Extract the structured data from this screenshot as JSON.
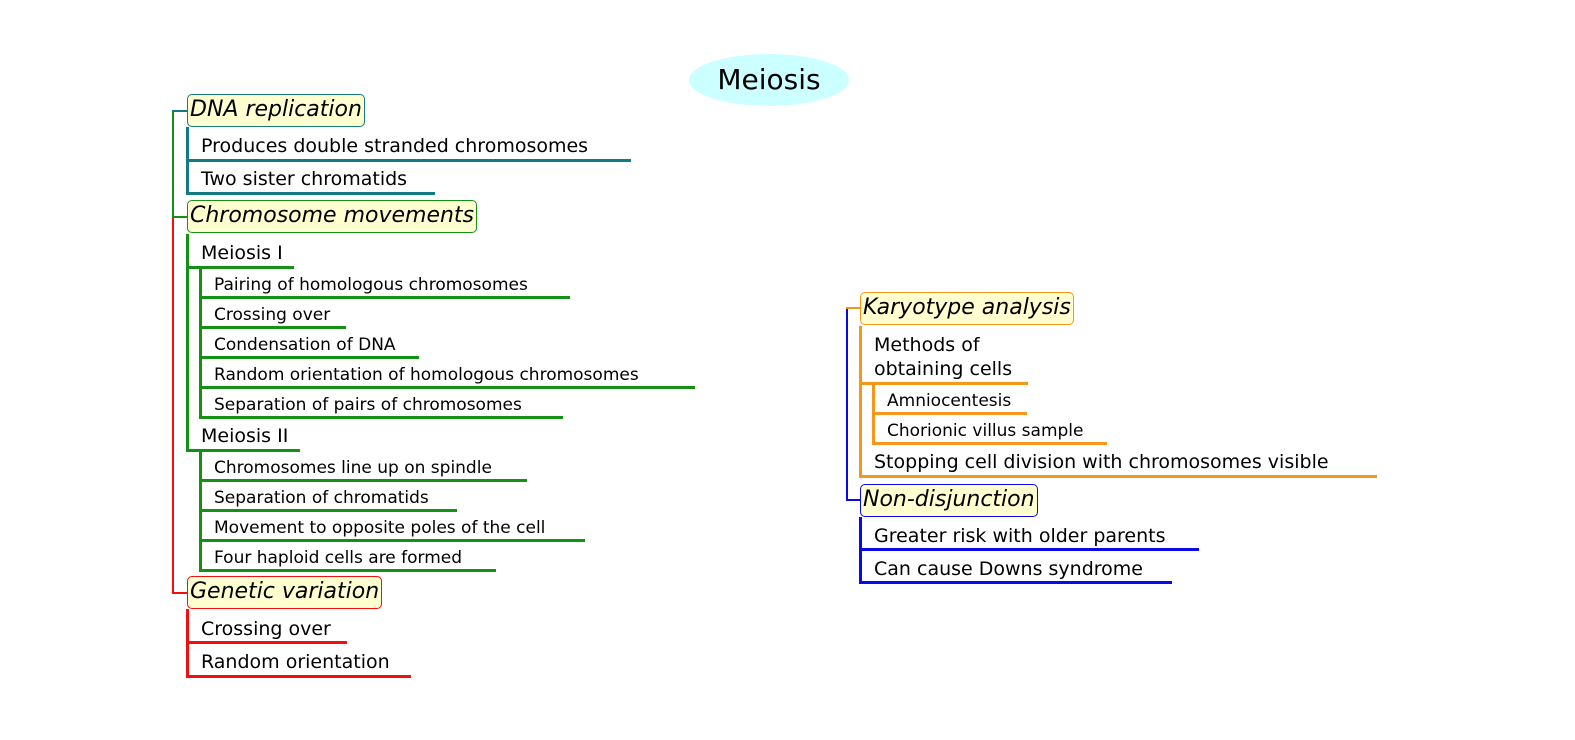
{
  "root": {
    "label": "Meiosis",
    "color": "#ccffff"
  },
  "colors": {
    "dna": "#127a80",
    "movements": "#149114",
    "variation": "#f20f0f",
    "karyotype": "#f7961b",
    "nondisjunction": "#0a0ae6",
    "topic_fill": "#ffffd0"
  },
  "left": {
    "dna": {
      "title": "DNA replication",
      "children": [
        "Produces double stranded chromosomes",
        "Two sister chromatids"
      ]
    },
    "movements": {
      "title": "Chromosome movements",
      "meiosis1": {
        "label": "Meiosis I",
        "children": [
          "Pairing of homologous chromosomes",
          "Crossing over",
          "Condensation of DNA",
          "Random orientation of homologous chromosomes",
          "Separation of pairs of chromosomes"
        ]
      },
      "meiosis2": {
        "label": "Meiosis II",
        "children": [
          "Chromosomes line up on spindle",
          "Separation of chromatids",
          "Movement to opposite poles of the cell",
          "Four haploid cells are formed"
        ]
      }
    },
    "variation": {
      "title": "Genetic variation",
      "children": [
        "Crossing over",
        "Random orientation"
      ]
    }
  },
  "right": {
    "karyotype": {
      "title": "Karyotype analysis",
      "methods": {
        "label_line1": "Methods of",
        "label_line2": "obtaining cells",
        "children": [
          "Amniocentesis",
          "Chorionic villus sample"
        ]
      },
      "stopping": "Stopping cell division with chromosomes visible"
    },
    "nondisjunction": {
      "title": "Non-disjunction",
      "children": [
        "Greater risk with older parents",
        "Can cause Downs syndrome"
      ]
    }
  }
}
